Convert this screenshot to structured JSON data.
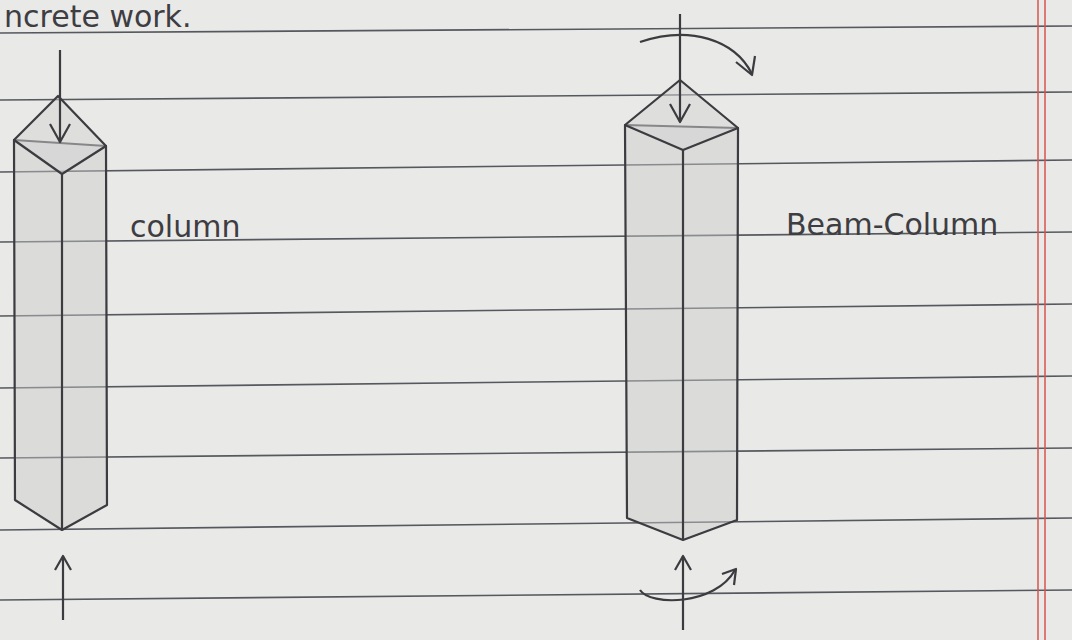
{
  "diagram": {
    "title": "ncrete work.",
    "labels": [
      "column",
      "Beam-Column"
    ]
  }
}
